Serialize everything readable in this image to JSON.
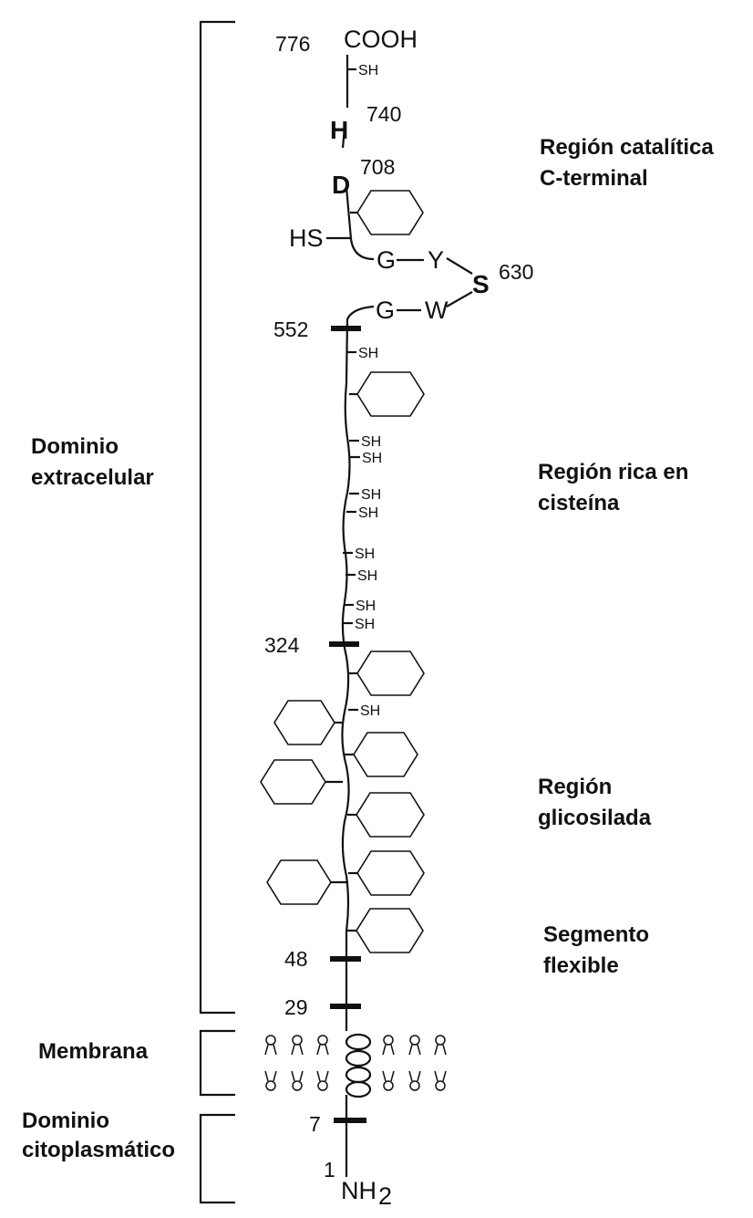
{
  "regions": {
    "catalytic": [
      "Región catalítica",
      "C-terminal"
    ],
    "cysteine": [
      "Región rica en",
      "cisteína"
    ],
    "glycosylated": [
      "Región",
      "glicosilada"
    ],
    "flexible": [
      "Segmento",
      "flexible"
    ]
  },
  "domains": {
    "extracellular": [
      "Dominio",
      "extracelular"
    ],
    "membrane": "Membrana",
    "cytoplasmic": [
      "Dominio",
      "citoplasmático"
    ]
  },
  "termini": {
    "c": "COOH",
    "n": "NH",
    "n_sub": "2"
  },
  "positions": {
    "p776": "776",
    "p740": "740",
    "p708": "708",
    "p630": "630",
    "p552": "552",
    "p324": "324",
    "p48": "48",
    "p29": "29",
    "p7": "7",
    "p1": "1"
  },
  "residues": {
    "his": "H",
    "asp": "D",
    "ser": "S",
    "g1": "G",
    "y": "Y",
    "g2": "G",
    "w": "W"
  },
  "thiol": {
    "sh": "SH",
    "hs": "HS"
  },
  "colors": {
    "ink": "#111111",
    "background": "#ffffff"
  }
}
